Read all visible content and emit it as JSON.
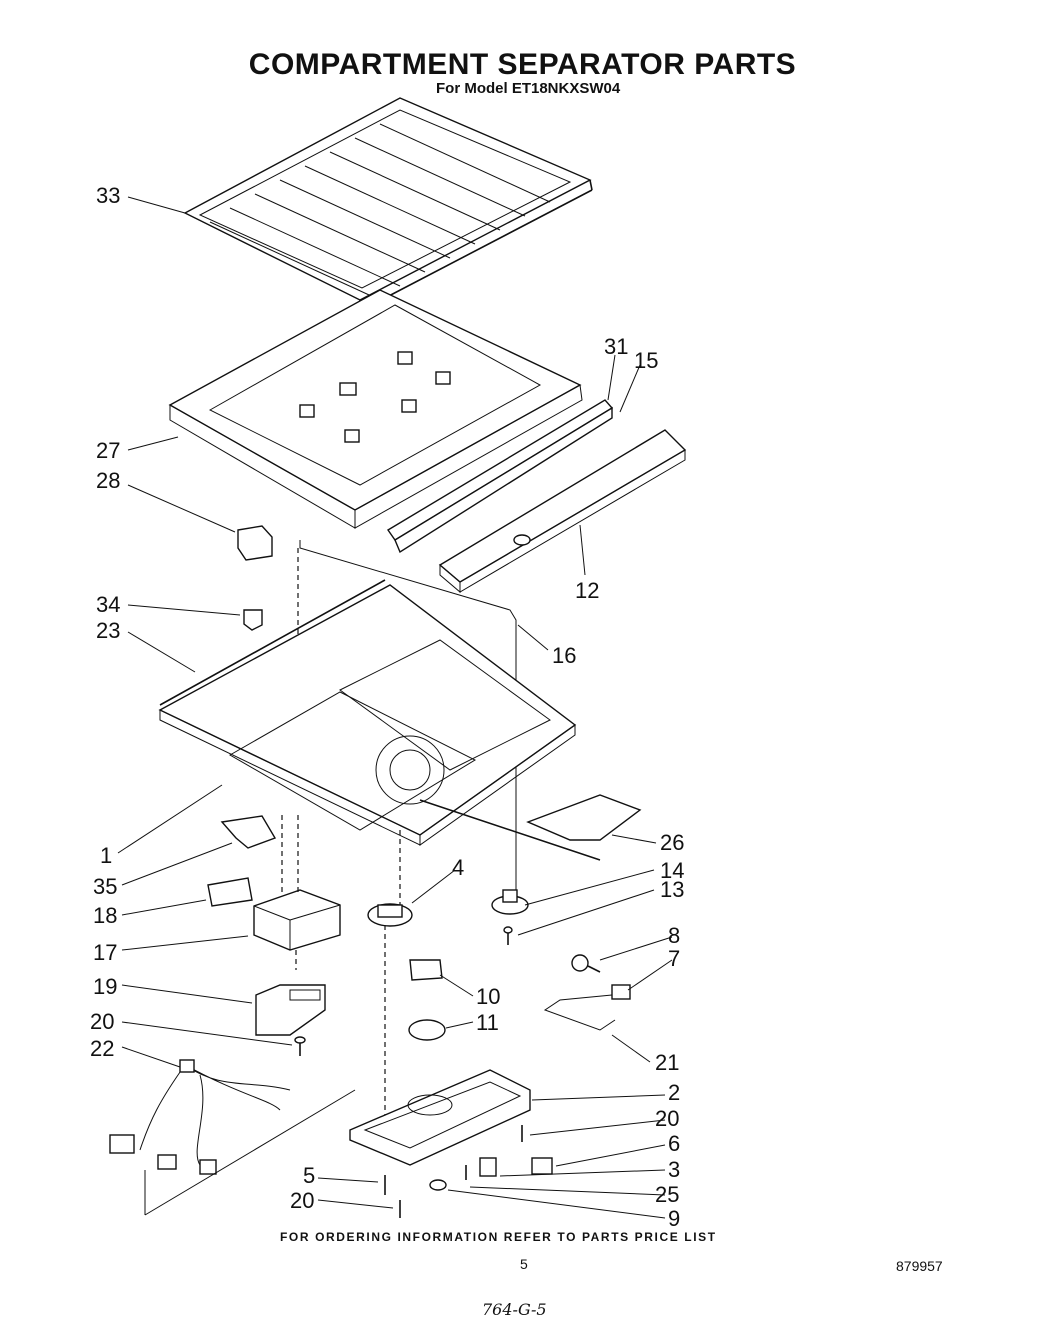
{
  "title": "COMPARTMENT SEPARATOR PARTS",
  "subtitle": "For Model ET18NKXSW04",
  "callouts": {
    "c33": "33",
    "c31": "31",
    "c15": "15",
    "c27": "27",
    "c28": "28",
    "c12": "12",
    "c34": "34",
    "c23": "23",
    "c16": "16",
    "c1": "1",
    "c26": "26",
    "c35": "35",
    "c4": "4",
    "c14": "14",
    "c13": "13",
    "c18": "18",
    "c17": "17",
    "c8": "8",
    "c7": "7",
    "c19": "19",
    "c10": "10",
    "c20a": "20",
    "c11": "11",
    "c22": "22",
    "c21": "21",
    "c2": "2",
    "c20b": "20",
    "c6": "6",
    "c5": "5",
    "c3": "3",
    "c25": "25",
    "c20c": "20",
    "c9": "9"
  },
  "footer_note": "FOR ORDERING INFORMATION REFER TO PARTS PRICE LIST",
  "page_number": "5",
  "reference_number": "879957",
  "handwritten_note": "764-G-5"
}
